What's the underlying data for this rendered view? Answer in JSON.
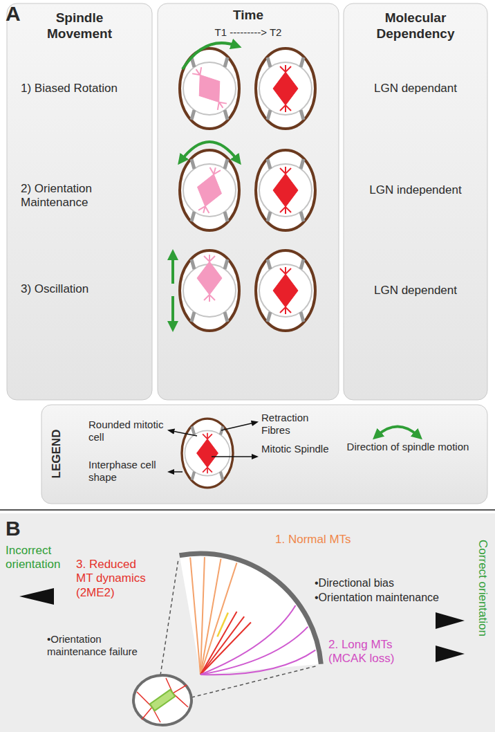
{
  "diagram": {
    "nodes": [
      {
        "text": [
          "Spindle Movement",
          "1) Biased Rotation",
          "2) Orientation Maintenance",
          "3) Oscillation"
        ]
      },
      {
        "text": [
          "Time",
          "T1 ---------> T2"
        ]
      },
      {
        "text": [
          "Molecular Dependency",
          "LGN dependant",
          "LGN independent",
          "LGN dependent"
        ]
      },
      {
        "text": [
          "LEGEND"
        ]
      }
    ],
    "labels": [
      "A",
      "B",
      "1. Normal MTs",
      "•Directional bias",
      "•Orientation maintenance",
      "Correct orientation",
      "2. Long MTs (MCAK loss)",
      "3. Reduced MT dynamics (2ME2)",
      "Incorrect orientation",
      "•Orientation maintenance failure"
    ],
    "legend": [
      {
        "text": "Rounded mitotic cell"
      },
      {
        "text": "Interphase cell shape"
      },
      {
        "text": "Retraction Fibres"
      },
      {
        "text": "Mitotic Spindle"
      },
      {
        "text": "Direction of spindle motion"
      }
    ]
  }
}
